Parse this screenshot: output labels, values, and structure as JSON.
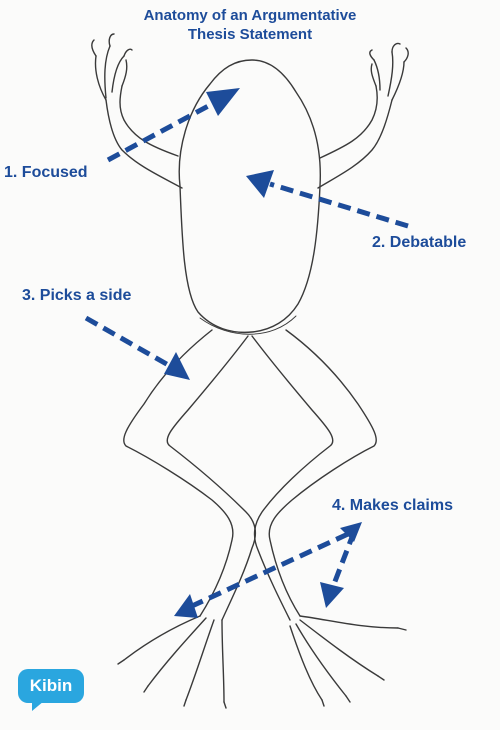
{
  "title": {
    "line1": "Anatomy of an Argumentative",
    "line2": "Thesis Statement"
  },
  "labels": [
    {
      "id": "focused",
      "text": "1. Focused"
    },
    {
      "id": "debatable",
      "text": "2. Debatable"
    },
    {
      "id": "picks-side",
      "text": "3. Picks a side"
    },
    {
      "id": "makes-claims",
      "text": "4. Makes claims"
    }
  ],
  "logo": {
    "text": "Kibin"
  },
  "colors": {
    "accent": "#1d4c9a",
    "outline": "#3a3a3a",
    "logo_bg": "#2aa6df",
    "background": "#fbfbfa"
  },
  "illustration": "frog-outline"
}
